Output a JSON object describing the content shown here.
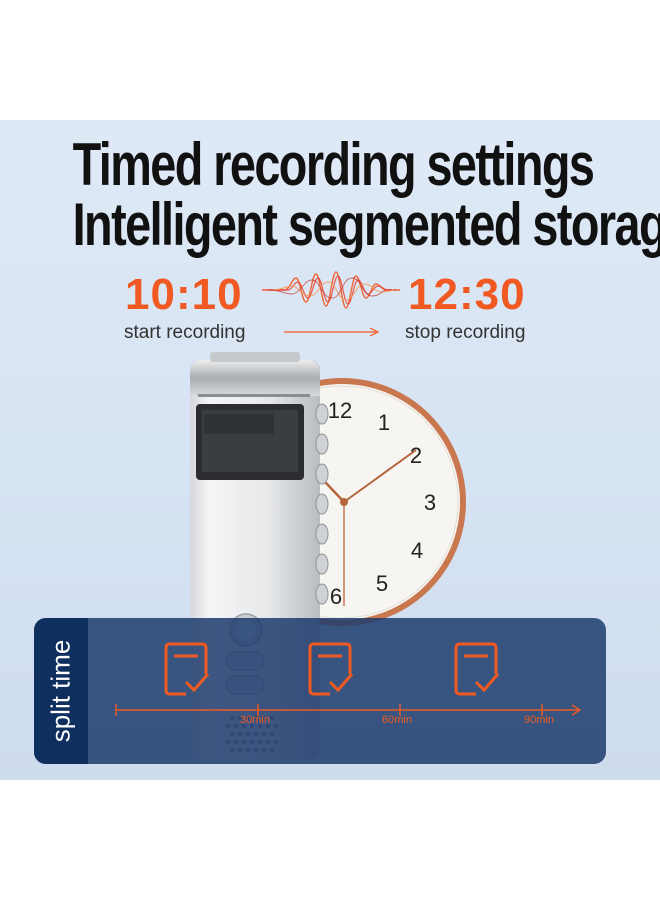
{
  "headline": {
    "line1": "Timed recording settings",
    "line2": "Intelligent segmented storage"
  },
  "schedule": {
    "start_time": "10:10",
    "start_caption": "start recording",
    "stop_time": "12:30",
    "stop_caption": "stop recording"
  },
  "clock": {
    "numerals": [
      "12",
      "1",
      "2",
      "3",
      "4",
      "5",
      "6"
    ]
  },
  "split": {
    "label": "split time",
    "ticks": [
      "30min",
      "60min",
      "90min"
    ]
  },
  "colors": {
    "accent": "#f05a22",
    "panel_bg": "#dbe6f4",
    "split_bg": "#1e3c6e",
    "split_tab": "#0f2f5e",
    "clock_rim": "#c8774e"
  },
  "icons": [
    "sound-wave-icon",
    "arrow-right-icon",
    "document-check-icon"
  ]
}
